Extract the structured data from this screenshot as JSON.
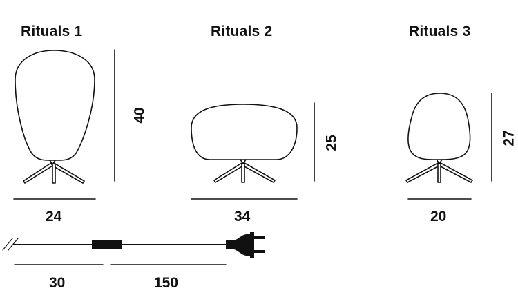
{
  "products": [
    {
      "name": "Rituals 1",
      "width": "24",
      "height": "40"
    },
    {
      "name": "Rituals 2",
      "width": "34",
      "height": "25"
    },
    {
      "name": "Rituals 3",
      "width": "20",
      "height": "27"
    }
  ],
  "cable": {
    "segment_1_length": "30",
    "segment_2_length": "150"
  },
  "colors": {
    "line": "#111111",
    "background": "#ffffff"
  }
}
